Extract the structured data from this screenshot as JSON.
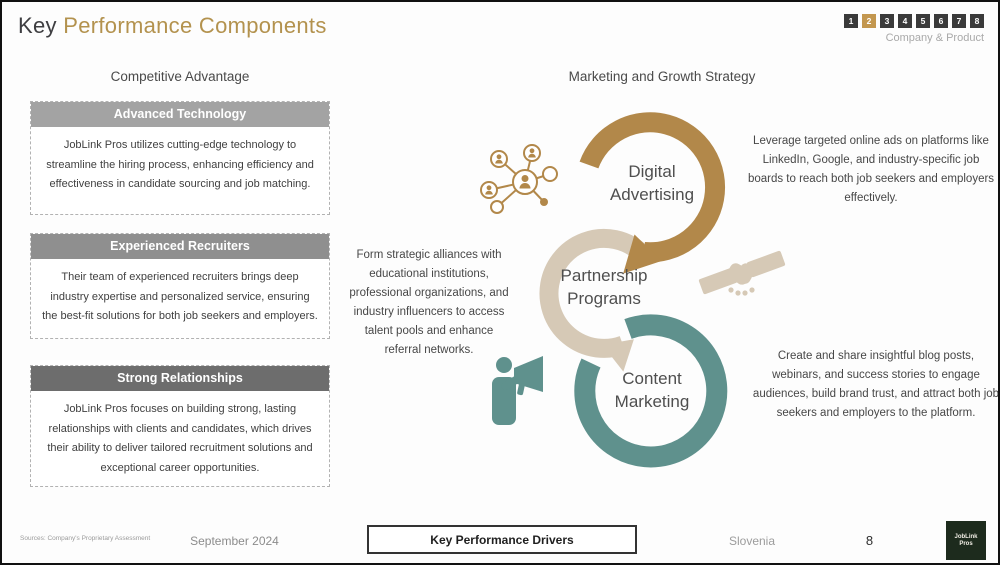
{
  "title": {
    "prefix": "Key ",
    "highlight": "Performance Components"
  },
  "pager": {
    "pages": [
      "1",
      "2",
      "3",
      "4",
      "5",
      "6",
      "7",
      "8"
    ],
    "active": "2",
    "caption": "Company & Product"
  },
  "headings": {
    "left": "Competitive Advantage",
    "right": "Marketing and Growth Strategy"
  },
  "advantage_boxes": [
    {
      "title": "Advanced Technology",
      "body": "JobLink Pros utilizes cutting-edge technology to streamline the hiring process, enhancing efficiency and effectiveness in candidate sourcing and job matching.",
      "header_color": "#a3a3a3"
    },
    {
      "title": "Experienced Recruiters",
      "body": "Their team of experienced recruiters brings deep industry expertise and personalized service, ensuring the best-fit solutions for both job seekers and employers.",
      "header_color": "#8f8f8f"
    },
    {
      "title": "Strong Relationships",
      "body": "JobLink Pros focuses on building strong, lasting relationships with clients and candidates, which drives their ability to deliver tailored recruitment solutions and exceptional career opportunities.",
      "header_color": "#6d6d6d"
    }
  ],
  "cycle": {
    "items": [
      {
        "name_lines": [
          "Digital",
          "Advertising"
        ],
        "color": "#b2884a",
        "icon": "people-network-icon",
        "description": "Leverage targeted online ads on platforms like LinkedIn, Google, and industry-specific job boards to reach both job seekers and employers effectively."
      },
      {
        "name_lines": [
          "Partnership",
          "Programs"
        ],
        "color": "#d6c9b6",
        "icon": "handshake-icon",
        "description": "Form strategic alliances with educational institutions, professional organizations, and industry influencers to access talent pools and enhance referral networks."
      },
      {
        "name_lines": [
          "Content",
          "Marketing"
        ],
        "color": "#5f918d",
        "icon": "megaphone-person-icon",
        "description": "Create and share insightful blog posts, webinars, and success stories to engage audiences, build brand trust, and attract both job seekers and employers to the platform."
      }
    ]
  },
  "footer": {
    "sources": "Sources: Company's Proprietary Assessment",
    "date": "September 2024",
    "button_label": "Key Performance Drivers",
    "country": "Slovenia",
    "page_number": "8",
    "logo": {
      "line1": "JobLink",
      "line2": "Pros"
    }
  },
  "colors": {
    "title_accent": "#b3924e",
    "pager_active": "#c3974f",
    "pager_inactive": "#3a3a3a",
    "logo_bg": "#1d2b1d"
  }
}
